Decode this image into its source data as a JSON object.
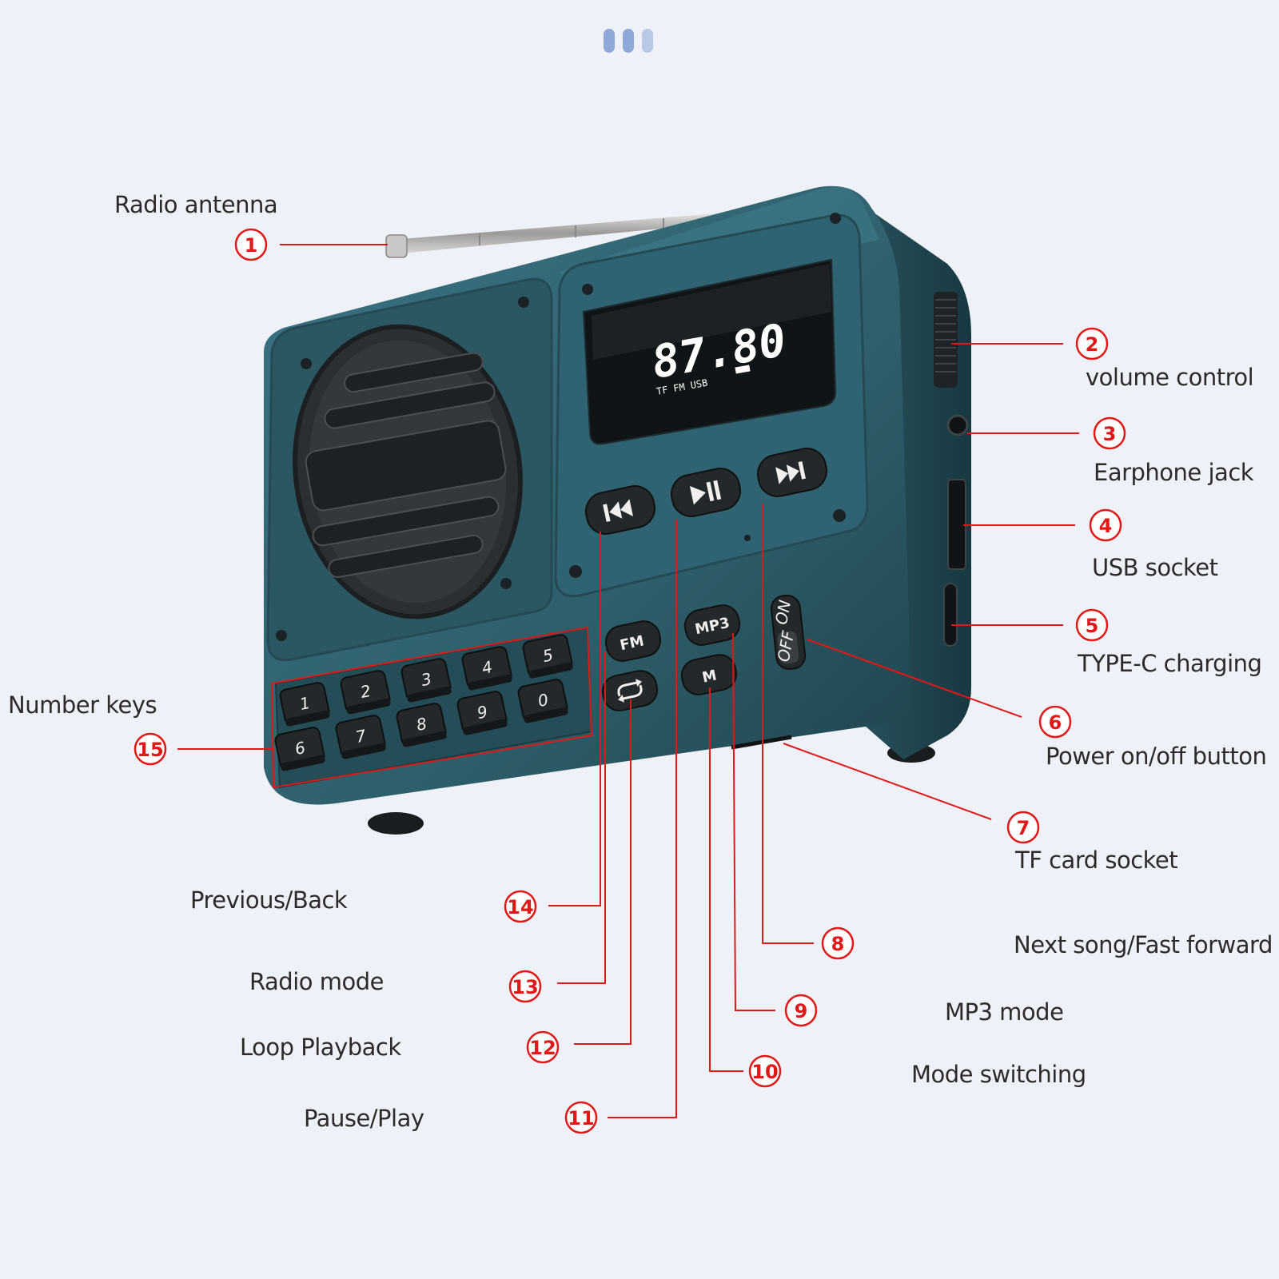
{
  "colors": {
    "background": "#eef2f8",
    "body": "#2e5f6b",
    "body_dark": "#234a55",
    "callout": "#e01818",
    "screen": "#0f1416",
    "button": "#23282b"
  },
  "device": {
    "display_freq": "87.80",
    "display_modes": "TF  FM  USB",
    "number_keys_row1": [
      "1",
      "2",
      "3",
      "4",
      "5"
    ],
    "number_keys_row2": [
      "6",
      "7",
      "8",
      "9",
      "0"
    ],
    "fm_label": "FM",
    "mp3_label": "MP3",
    "m_label": "M",
    "switch_on": "ON",
    "switch_off": "OFF"
  },
  "callouts": [
    {
      "number": "1",
      "label": "Radio antenna"
    },
    {
      "number": "2",
      "label": "volume control"
    },
    {
      "number": "3",
      "label": "Earphone jack"
    },
    {
      "number": "4",
      "label": "USB socket"
    },
    {
      "number": "5",
      "label": "TYPE-C charging"
    },
    {
      "number": "6",
      "label": "Power on/off button"
    },
    {
      "number": "7",
      "label": "TF card socket"
    },
    {
      "number": "8",
      "label": "Next song/Fast forward"
    },
    {
      "number": "9",
      "label": "MP3 mode"
    },
    {
      "number": "10",
      "label": "Mode switching"
    },
    {
      "number": "11",
      "label": "Pause/Play"
    },
    {
      "number": "12",
      "label": "Loop Playback"
    },
    {
      "number": "13",
      "label": "Radio mode"
    },
    {
      "number": "14",
      "label": "Previous/Back"
    },
    {
      "number": "15",
      "label": "Number keys"
    }
  ]
}
